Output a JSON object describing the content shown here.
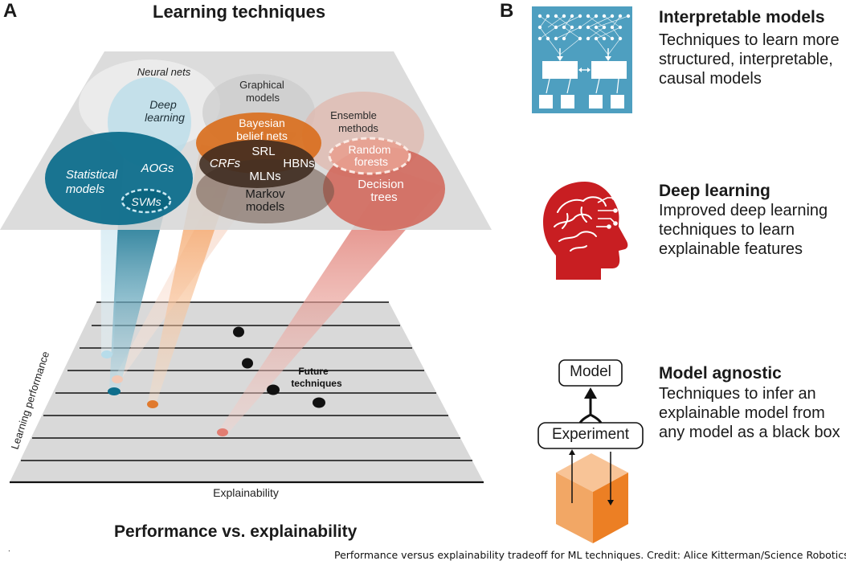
{
  "panel_a": {
    "letter": "A",
    "title": "Learning techniques",
    "techniques": {
      "neural_nets": "Neural nets",
      "deep_learning_1": "Deep",
      "deep_learning_2": "learning",
      "graphical_1": "Graphical",
      "graphical_2": "models",
      "ensemble_1": "Ensemble",
      "ensemble_2": "methods",
      "bayesian_1": "Bayesian",
      "bayesian_2": "belief nets",
      "srl": "SRL",
      "crfs": "CRFs",
      "hbns": "HBNs",
      "mlns": "MLNs",
      "markov_1": "Markov",
      "markov_2": "models",
      "statistical_1": "Statistical",
      "statistical_2": "models",
      "aogs": "AOGs",
      "svms": "SVMs",
      "random_1": "Random",
      "random_2": "forests",
      "decision_1": "Decision",
      "decision_2": "trees"
    },
    "plot": {
      "y_label": "Learning performance",
      "x_label": "Explainability",
      "future_1": "Future",
      "future_2": "techniques"
    },
    "bottom_title": "Performance vs. explainability",
    "colors": {
      "teal": "#0e6e8c",
      "orange": "#e07a2e",
      "salmon": "#d9645a",
      "gray_plane": "#dcdcdc"
    }
  },
  "panel_b": {
    "letter": "B",
    "items": [
      {
        "title": "Interpretable models",
        "desc": [
          "Techniques to learn more",
          "structured, interpretable,",
          "causal models"
        ],
        "icon": "network-diagram-icon"
      },
      {
        "title": "Deep learning",
        "desc": [
          "Improved deep learning",
          "techniques to learn",
          "explainable features"
        ],
        "icon": "brain-head-icon"
      },
      {
        "title": "Model agnostic",
        "desc": [
          "Techniques to infer an",
          "explainable model from",
          "any model as a black box"
        ],
        "icon": "black-box-icon"
      }
    ],
    "model_label": "Model",
    "experiment_label": "Experiment",
    "colors": {
      "blue_box": "#4e9fc0",
      "red_head": "#c81e22",
      "orange_cube": "#f2a765"
    }
  },
  "caption": "Performance versus explainability tradeoff for ML techniques. Credit: Alice Kitterman/Science Robotics",
  "corner_mark": "."
}
